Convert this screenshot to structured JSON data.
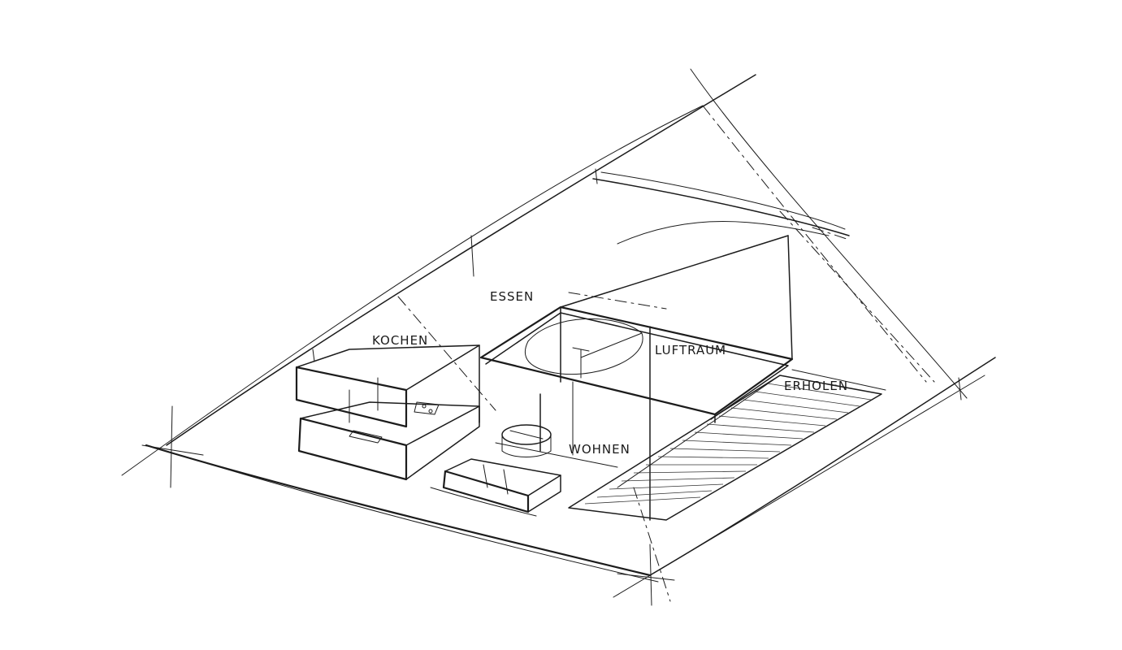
{
  "labels": {
    "kochen": "KOCHEN",
    "essen": "ESSEN",
    "luftraum": "LUFTRAUM",
    "erholen": "ERHOLEN",
    "wohnen": "WOHNEN"
  },
  "colors": {
    "ink": "#1c1c1c",
    "paper": "#ffffff"
  }
}
